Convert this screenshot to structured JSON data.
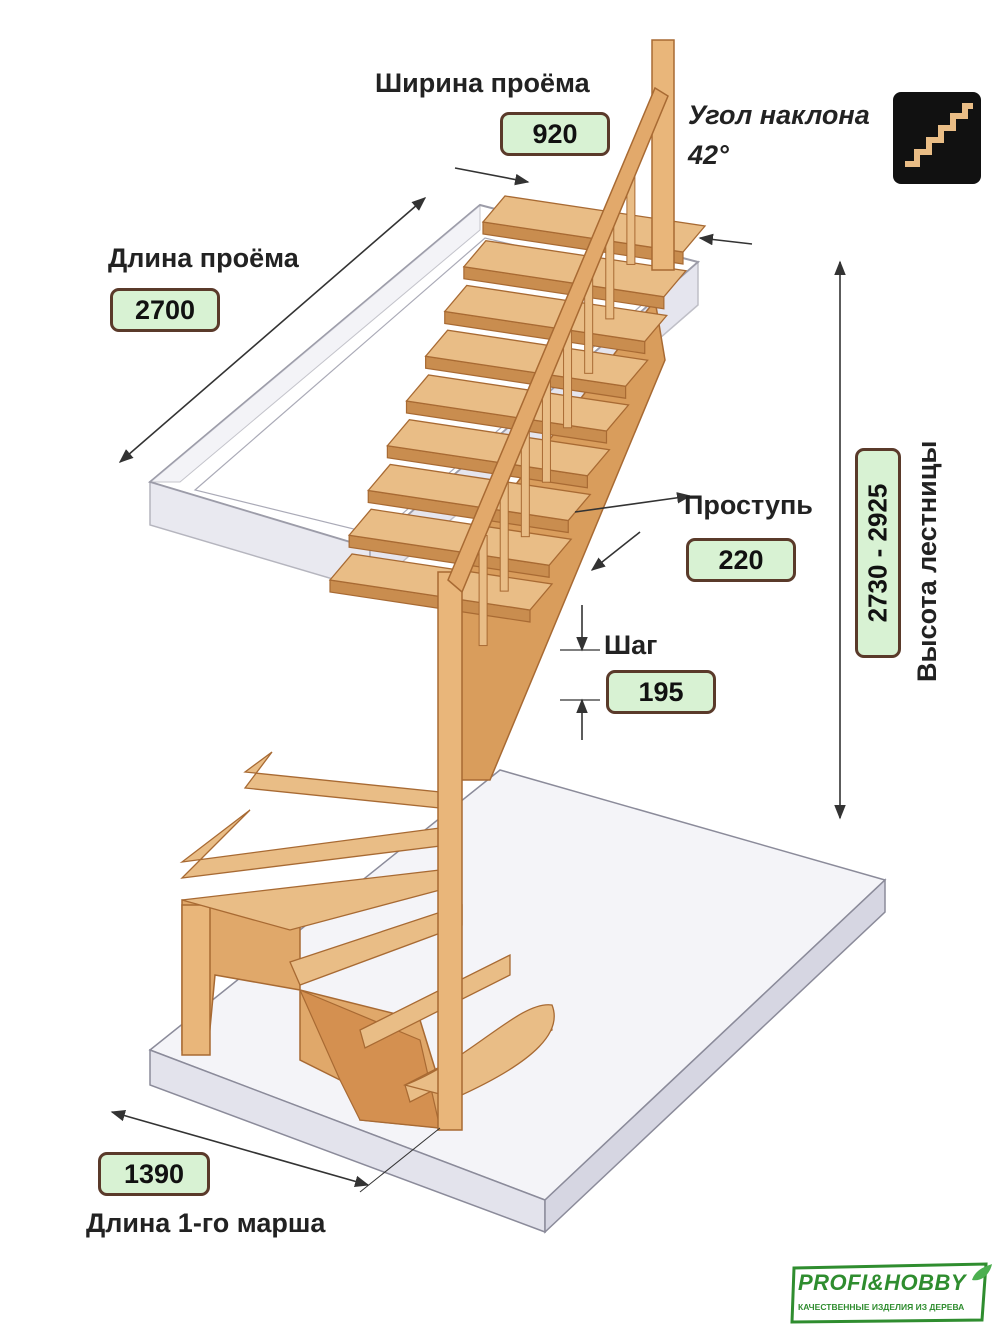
{
  "labels": {
    "opening_width_title": "Ширина проёма",
    "opening_width_value": "920",
    "opening_length_title": "Длина проёма",
    "opening_length_value": "2700",
    "angle_title": "Угол наклона",
    "angle_value": "42°",
    "tread_title": "Проступь",
    "tread_value": "220",
    "step_title": "Шаг",
    "step_value": "195",
    "height_title": "Высота лестницы",
    "height_value": "2730 - 2925",
    "first_flight_title": "Длина 1-го марша",
    "first_flight_value": "1390"
  },
  "logo": {
    "name": "PROFI&HOBBY",
    "tagline": "КАЧЕСТВЕННЫЕ ИЗДЕЛИЯ ИЗ ДЕРЕВА"
  },
  "colors": {
    "wood": "#e9bd86",
    "wood_dark": "#c98d4f",
    "wood_edge": "#a86a33",
    "glass": "#d9d9e6",
    "badge_fill": "#d8f2d3",
    "badge_border": "#5a3a2a",
    "logo_green": "#2f8d2f"
  }
}
